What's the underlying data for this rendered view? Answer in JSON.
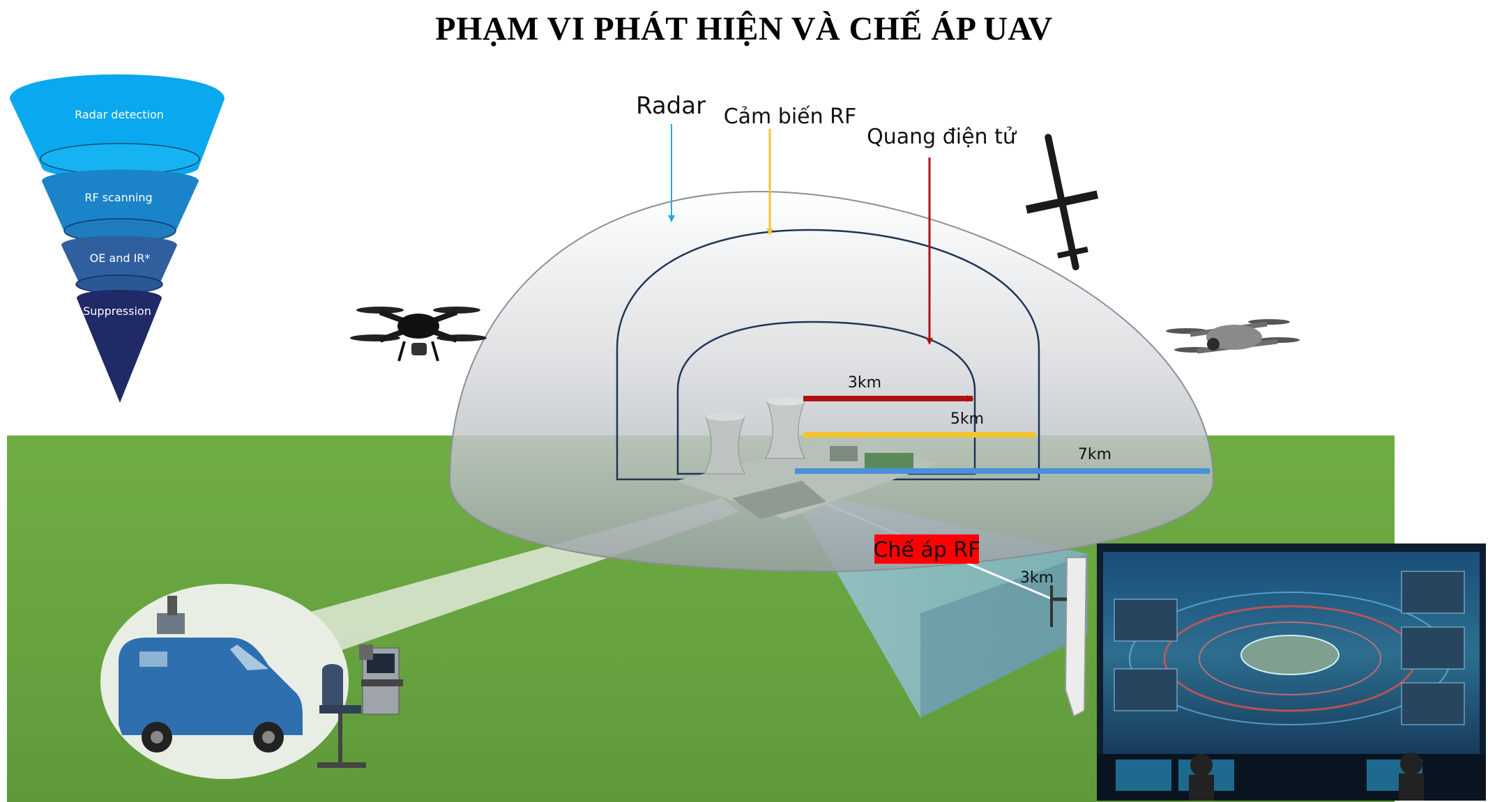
{
  "title": "PHẠM VI PHÁT HIỆN VÀ CHẾ ÁP UAV",
  "funnel": {
    "levels": [
      {
        "label": "Radar detection",
        "color": "#0aa8ee"
      },
      {
        "label": "RF scanning",
        "color": "#1b83c9"
      },
      {
        "label": "OE and IR*",
        "color": "#2f5f9f"
      },
      {
        "label": "Suppression",
        "color": "#1f2a66"
      }
    ]
  },
  "callouts": {
    "radar": "Radar",
    "rf_sensor": "Cảm biến RF",
    "electro_optical": "Quang điện tử"
  },
  "ranges": {
    "eo": "3km",
    "rf": "5km",
    "radar": "7km",
    "jammer": "3km"
  },
  "jamming_label": "Chế áp RF",
  "colors": {
    "radar_arrow": "#4a90d9",
    "rf_arrow": "#f5c433",
    "eo_arrow": "#b01010",
    "radar_callout": "#23a8e0",
    "jamming_bg": "#ff0000",
    "ground": "#6aa543"
  },
  "icons": [
    "quadcopter-drone-icon",
    "fixed-wing-drone-icon",
    "foldable-drone-icon",
    "command-van-icon",
    "operator-station-icon",
    "jammer-antenna-icon",
    "control-room-screen"
  ]
}
